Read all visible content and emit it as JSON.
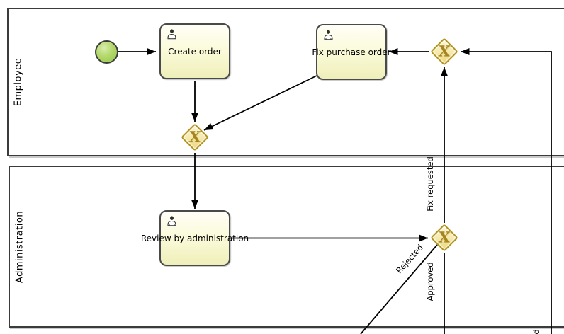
{
  "diagram": {
    "type": "bpmn-process",
    "lanes": [
      {
        "name": "Employee"
      },
      {
        "name": "Administration"
      }
    ],
    "tasks": [
      {
        "label": "Create order",
        "task_type": "user-task"
      },
      {
        "label": "Fix purchase order",
        "task_type": "user-task"
      },
      {
        "label": "Review by administration",
        "task_type": "user-task"
      }
    ],
    "gateways": [
      {
        "id": "xor-merge-employee",
        "symbol": "X"
      },
      {
        "id": "xor-join-fix",
        "symbol": "X"
      },
      {
        "id": "xor-decision-review",
        "symbol": "X"
      }
    ],
    "flow_labels": {
      "fix_requested": "Fix requested",
      "approved": "Approved",
      "rejected": "Rejected",
      "partial_bottom": "d"
    },
    "colors": {
      "task_fill_top": "#fffef6",
      "task_fill_bottom": "#efefba",
      "task_border": "#4a4a4a",
      "gateway_fill_top": "#fbf6d8",
      "gateway_fill_bottom": "#ecd678",
      "gateway_border": "#b2941f",
      "gateway_x": "#a5851f",
      "start_event_fill": "#a9d25e",
      "start_event_border": "#3c3c3c",
      "lane_border": "#3b3b3b",
      "flow_line": "#000000"
    }
  }
}
